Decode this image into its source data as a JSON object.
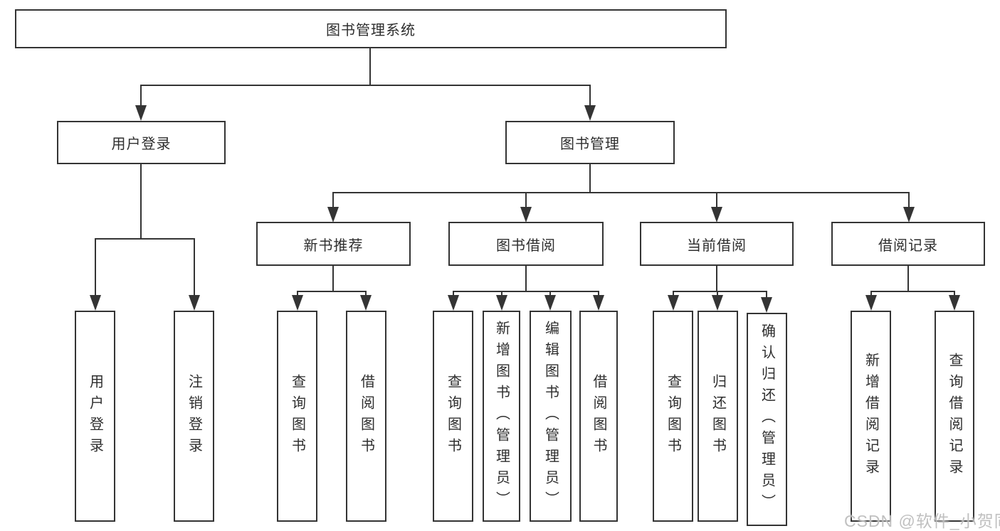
{
  "diagram": {
    "title": "图书管理系统",
    "level2": {
      "user_login": "用户登录",
      "book_management": "图书管理"
    },
    "level3": {
      "new_book_recommend": "新书推荐",
      "book_borrowing": "图书借阅",
      "current_borrowing": "当前借阅",
      "borrowing_records": "借阅记录"
    },
    "leaves": {
      "user_login": "用户登录",
      "logout": "注销登录",
      "recommend_query_book": "查询图书",
      "recommend_borrow_book": "借阅图书",
      "borrowing_query_book": "查询图书",
      "borrowing_add_book": "新增图书（管理员）",
      "borrowing_edit_book": "编辑图书（管理员）",
      "borrowing_borrow_book": "借阅图书",
      "current_query_book": "查询图书",
      "current_return_book": "归还图书",
      "current_confirm_return": "确认归还（管理员）",
      "records_add_record": "新增借阅记录",
      "records_query_record": "查询借阅记录"
    },
    "colors": {
      "line": "#343434",
      "box_border": "#343434",
      "text": "#2e2e2e",
      "background": "#ffffff",
      "watermark": "#b9b9b9"
    }
  },
  "watermark": {
    "text": "CSDN @软件_小贺同学"
  }
}
